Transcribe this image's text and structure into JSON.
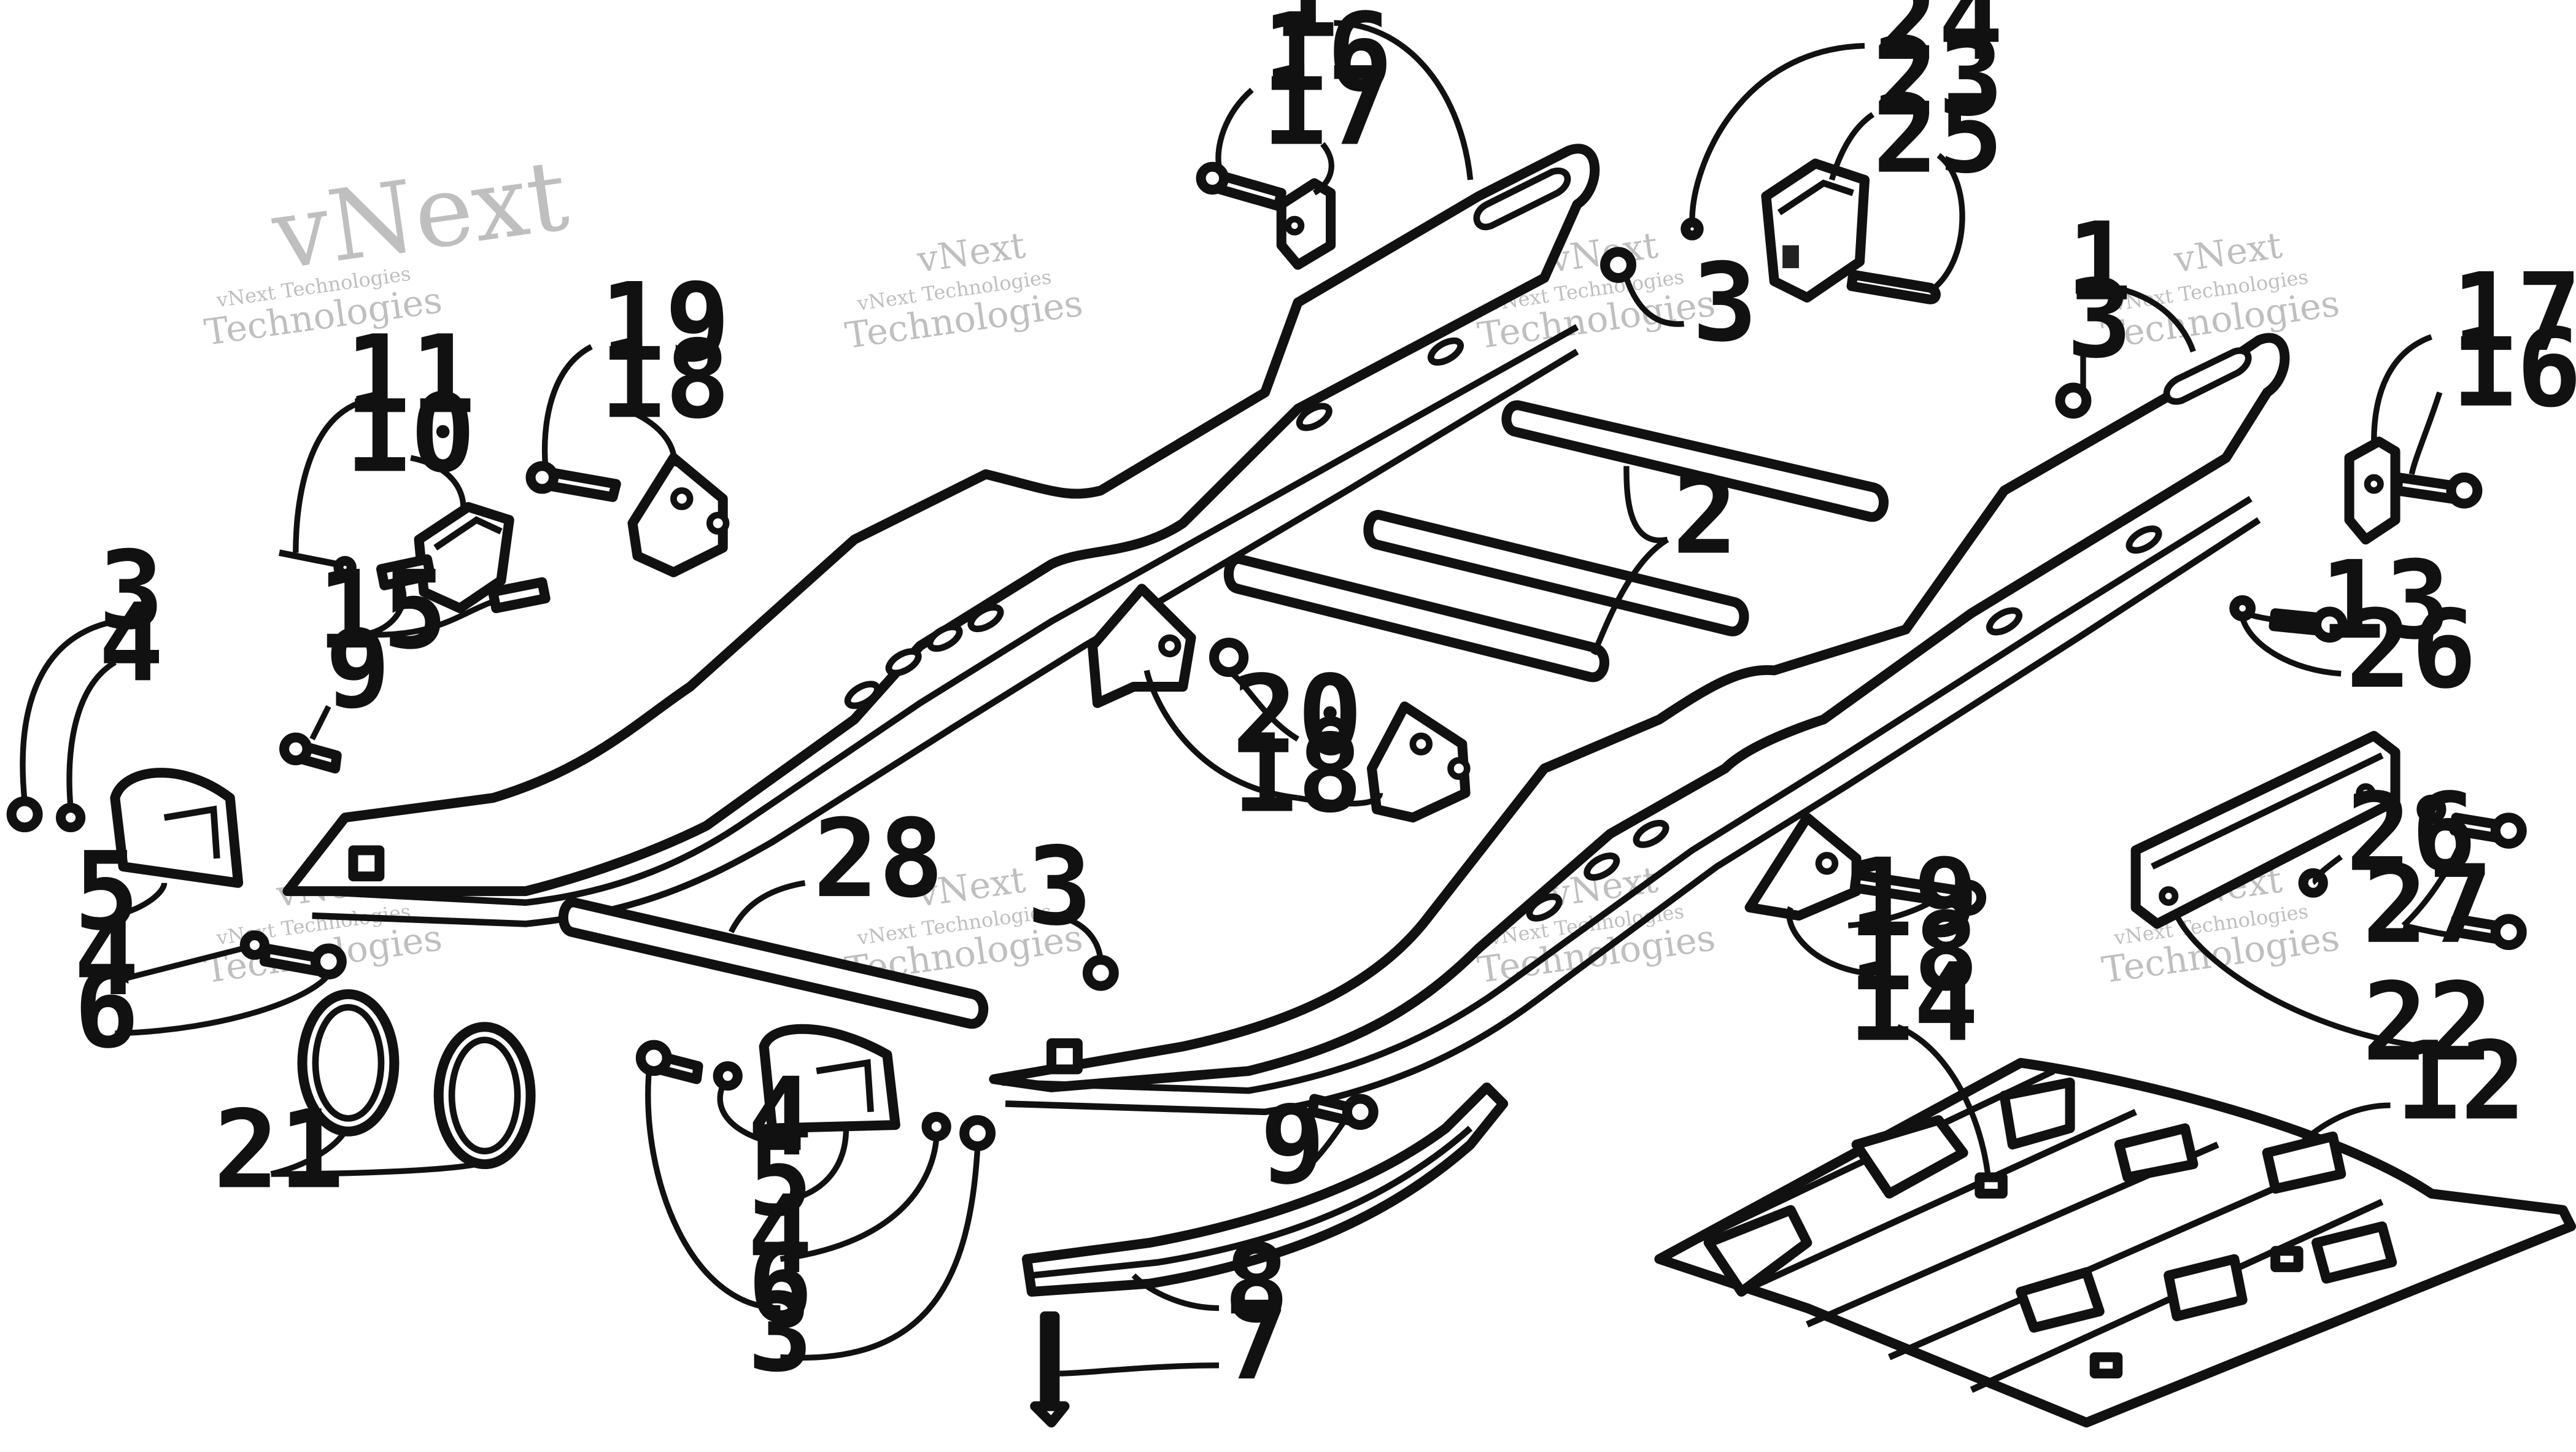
{
  "callouts": [
    {
      "id": "c1a",
      "text": "1"
    },
    {
      "id": "c16a",
      "text": "16"
    },
    {
      "id": "c17a",
      "text": "17"
    },
    {
      "id": "c24",
      "text": "24"
    },
    {
      "id": "c23",
      "text": "23"
    },
    {
      "id": "c25",
      "text": "25"
    },
    {
      "id": "c3a",
      "text": "3"
    },
    {
      "id": "c1b",
      "text": "1"
    },
    {
      "id": "c3b",
      "text": "3"
    },
    {
      "id": "c17b",
      "text": "17"
    },
    {
      "id": "c16b",
      "text": "16"
    },
    {
      "id": "c19a",
      "text": "19"
    },
    {
      "id": "c18a",
      "text": "18"
    },
    {
      "id": "c11",
      "text": "11"
    },
    {
      "id": "c10",
      "text": "10"
    },
    {
      "id": "c2",
      "text": "2"
    },
    {
      "id": "c13",
      "text": "13"
    },
    {
      "id": "c26a",
      "text": "26"
    },
    {
      "id": "c15",
      "text": "15"
    },
    {
      "id": "c3c",
      "text": "3"
    },
    {
      "id": "c4a",
      "text": "4"
    },
    {
      "id": "c9a",
      "text": "9"
    },
    {
      "id": "c20",
      "text": "20"
    },
    {
      "id": "c18b",
      "text": "18"
    },
    {
      "id": "c5a",
      "text": "5"
    },
    {
      "id": "c28",
      "text": "28"
    },
    {
      "id": "c3d",
      "text": "3"
    },
    {
      "id": "c19b",
      "text": "19"
    },
    {
      "id": "c26b",
      "text": "26"
    },
    {
      "id": "c27",
      "text": "27"
    },
    {
      "id": "c4b",
      "text": "4"
    },
    {
      "id": "c6a",
      "text": "6"
    },
    {
      "id": "c18c",
      "text": "18"
    },
    {
      "id": "c22",
      "text": "22"
    },
    {
      "id": "c14",
      "text": "14"
    },
    {
      "id": "c12",
      "text": "12"
    },
    {
      "id": "c9b",
      "text": "9"
    },
    {
      "id": "c21",
      "text": "21"
    },
    {
      "id": "c4c",
      "text": "4"
    },
    {
      "id": "c5b",
      "text": "5"
    },
    {
      "id": "c4d",
      "text": "4"
    },
    {
      "id": "c8",
      "text": "8"
    },
    {
      "id": "c6b",
      "text": "6"
    },
    {
      "id": "c3e",
      "text": "3"
    },
    {
      "id": "c7",
      "text": "7"
    }
  ],
  "watermark": {
    "line1": "vNext",
    "line2": "vNext Technologies",
    "line3": "Technologies"
  }
}
